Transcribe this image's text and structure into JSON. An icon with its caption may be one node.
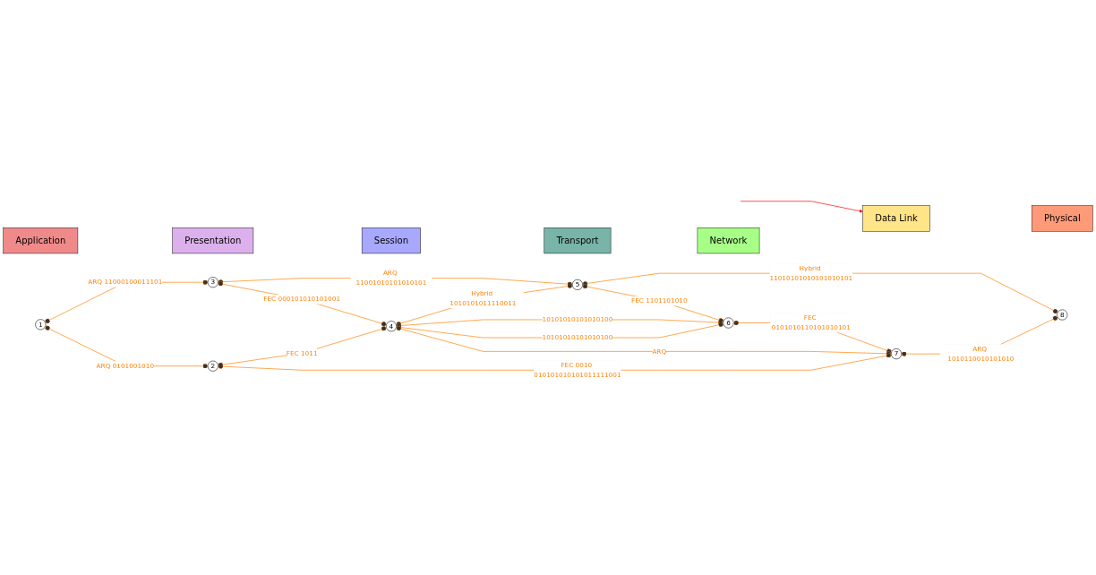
{
  "diagram": {
    "nodes": [
      {
        "text": [
          "Application"
        ]
      },
      {
        "text": [
          "Presentation"
        ]
      },
      {
        "text": [
          "Session"
        ]
      },
      {
        "text": [
          "Transport"
        ]
      },
      {
        "text": [
          "Network"
        ]
      },
      {
        "text": [
          "Data Link"
        ]
      },
      {
        "text": [
          "Physical"
        ]
      },
      {
        "text": [
          "3"
        ]
      },
      {
        "text": [
          "5"
        ]
      },
      {
        "text": [
          "8"
        ]
      },
      {
        "text": [
          "6"
        ]
      },
      {
        "text": [
          "1"
        ]
      },
      {
        "text": [
          "4"
        ]
      },
      {
        "text": [
          "7"
        ]
      },
      {
        "text": [
          "2"
        ]
      }
    ],
    "edges": [
      {
        "from": null,
        "to": 5,
        "arrow": "to",
        "color": "#ff0000"
      },
      {
        "from": 7,
        "to": 8,
        "arrow": "other",
        "label": "ARQ 11001010101010101"
      },
      {
        "from": 8,
        "to": 9,
        "arrow": "other",
        "label": "Hybrid 11010101010101010101"
      },
      {
        "from": 11,
        "to": 7,
        "arrow": "other",
        "label": "ARQ 11000100011101"
      },
      {
        "from": 7,
        "to": 12,
        "arrow": "other",
        "label": "FEC 000101010101001"
      },
      {
        "from": 12,
        "to": 8,
        "arrow": "other",
        "label": "Hybrid 1010101011110011"
      },
      {
        "from": 8,
        "to": 10,
        "arrow": "other",
        "label": "FEC 1101101010"
      },
      {
        "from": 12,
        "to": 10,
        "arrow": "other",
        "label": "10101010101010100"
      },
      {
        "from": 12,
        "to": 10,
        "arrow": "other",
        "label": "10101010101010100"
      },
      {
        "from": 10,
        "to": 13,
        "arrow": "other",
        "label": "FEC 0101010110101010101"
      },
      {
        "from": 13,
        "to": 9,
        "arrow": "other",
        "label": "ARQ 1010110010101010"
      },
      {
        "from": 11,
        "to": 14,
        "arrow": "other",
        "label": "ARQ 0101001010"
      },
      {
        "from": 14,
        "to": 12,
        "arrow": "other",
        "label": "FEC 1011"
      },
      {
        "from": 12,
        "to": 13,
        "arrow": "other",
        "label": "ARQ"
      },
      {
        "from": 14,
        "to": 13,
        "arrow": "other",
        "label": "FEC 0010 010101010101011111001"
      }
    ]
  }
}
